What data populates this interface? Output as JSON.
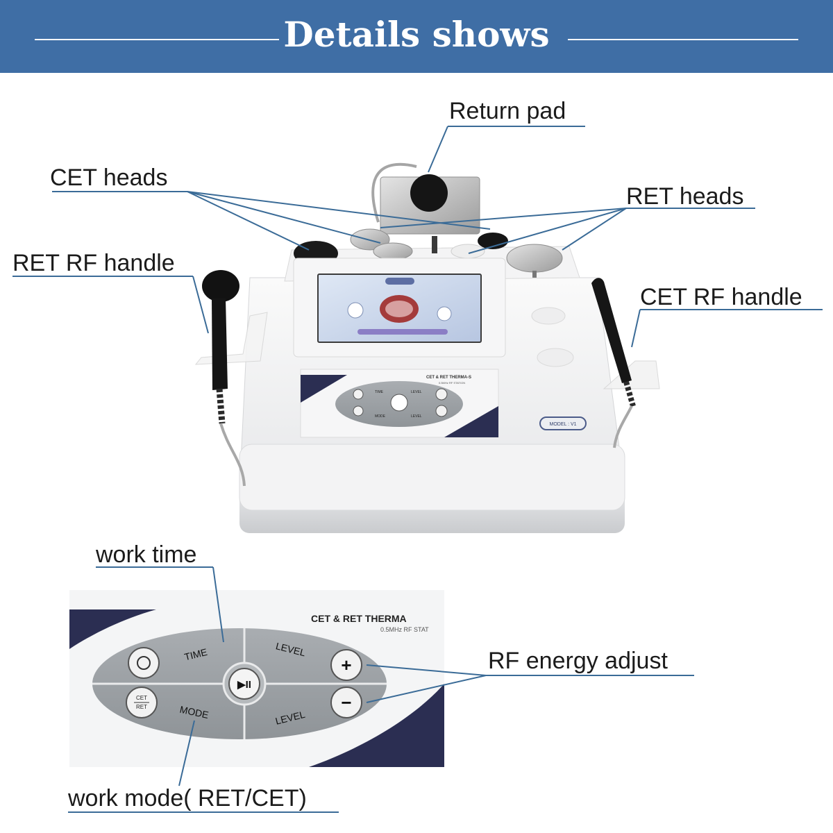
{
  "banner": {
    "title": "Details shows"
  },
  "labels": {
    "return_pad": "Return pad",
    "cet_heads": "CET heads",
    "ret_heads": "RET heads",
    "ret_rf_handle": "RET RF handle",
    "cet_rf_handle": "CET RF handle",
    "work_time": "work time",
    "rf_energy_adjust": "RF energy adjust",
    "work_mode": "work mode( RET/CET)"
  },
  "device": {
    "brand_line": "CET & RET THERMA-S",
    "brand_sub": "0.5MHz RF STATION",
    "model_badge": "MODEL : V1",
    "panel": {
      "time": "TIME",
      "mode": "MODE",
      "level": "LEVEL",
      "plus": "+",
      "minus": "−",
      "play_pause": "▶II"
    }
  },
  "closeup": {
    "brand_line": "CET & RET THERMA",
    "brand_sub": "0.5MHz RF STAT",
    "time": "TIME",
    "mode": "MODE",
    "level_top": "LEVEL",
    "level_bottom": "LEVEL",
    "play_pause": "▶II",
    "plus": "+",
    "minus": "−",
    "cet": "CET",
    "ret": "RET"
  },
  "colors": {
    "banner": "#3f6ea5",
    "leader_line": "#3a6b97",
    "navy_stripe": "#2b2e52",
    "panel_gray": "#9a9fa3"
  }
}
